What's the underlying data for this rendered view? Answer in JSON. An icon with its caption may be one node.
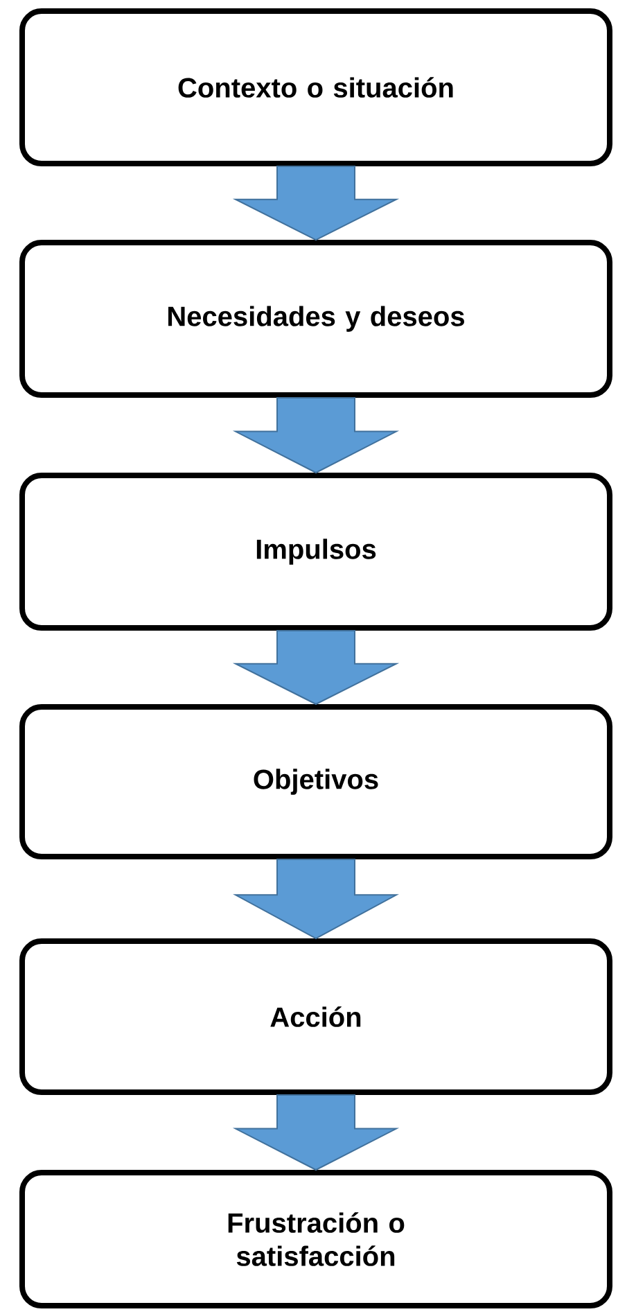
{
  "diagram": {
    "nodes": [
      {
        "text": [
          "Contexto o situación"
        ]
      },
      {
        "text": [
          "Necesidades y deseos"
        ]
      },
      {
        "text": [
          "Impulsos"
        ]
      },
      {
        "text": [
          "Objetivos"
        ]
      },
      {
        "text": [
          "Acción"
        ]
      },
      {
        "text": [
          "Frustración o satisfacción"
        ]
      }
    ],
    "edges": [
      {
        "from": 0,
        "to": 1,
        "arrow": "to"
      },
      {
        "from": 1,
        "to": 2,
        "arrow": "to"
      },
      {
        "from": 2,
        "to": 3,
        "arrow": "to"
      },
      {
        "from": 3,
        "to": 4,
        "arrow": "to"
      },
      {
        "from": 4,
        "to": 5,
        "arrow": "to"
      }
    ]
  }
}
